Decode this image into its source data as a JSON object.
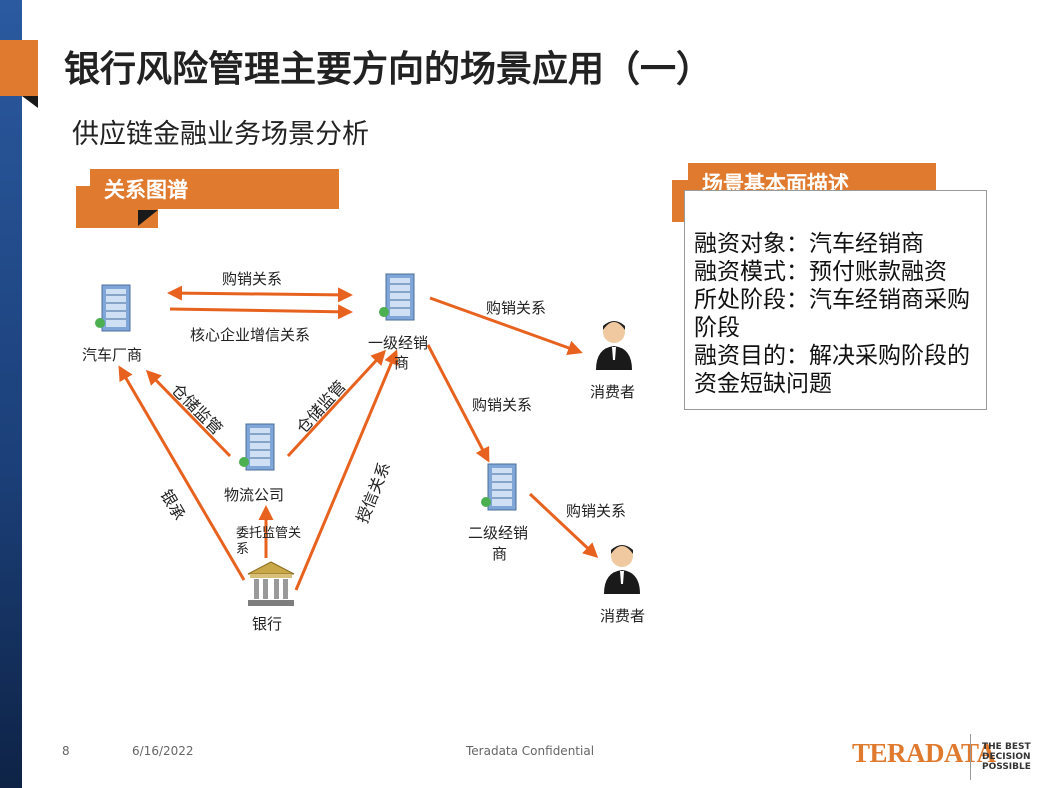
{
  "slide": {
    "title": "银行风险管理主要方向的场景应用（一）",
    "subtitle": "供应链金融业务场景分析"
  },
  "sections": {
    "relationship": "关系图谱",
    "description": "场景基本面描述"
  },
  "description_lines": [
    "融资对象：汽车经销商",
    "融资模式：预付账款融资",
    "所处阶段：汽车经销商采购",
    "阶段",
    "融资目的：解决采购阶段的",
    "资金短缺问题"
  ],
  "nodes": {
    "car_maker": "汽车厂商",
    "dealer1_line1": "一级经销",
    "dealer1_line2": "商",
    "logistics": "物流公司",
    "dealer2_line1": "二级经销",
    "dealer2_line2": "商",
    "bank": "银行",
    "consumer1": "消费者",
    "consumer2": "消费者"
  },
  "edges": {
    "purchase_top": "购销关系",
    "core_credit": "核心企业增信关系",
    "purchase_consumer1": "购销关系",
    "purchase_dealer2": "购销关系",
    "purchase_consumer2": "购销关系",
    "warehouse_left": "仓储监管",
    "warehouse_right": "仓储监管",
    "bank_accept": "银承",
    "credit_grant": "授信关系",
    "entrust_line1": "委托监管关",
    "entrust_line2": "系"
  },
  "footer": {
    "page": "8",
    "date": "6/16/2022",
    "confidential": "Teradata Confidential",
    "logo": "TERADATA",
    "tagline1": "THE BEST",
    "tagline2": "DECISION",
    "tagline3": "POSSIBLE"
  },
  "colors": {
    "accent": "#e07a2e",
    "leftbar": "#1b3f78",
    "arrow": "#e8621f"
  }
}
